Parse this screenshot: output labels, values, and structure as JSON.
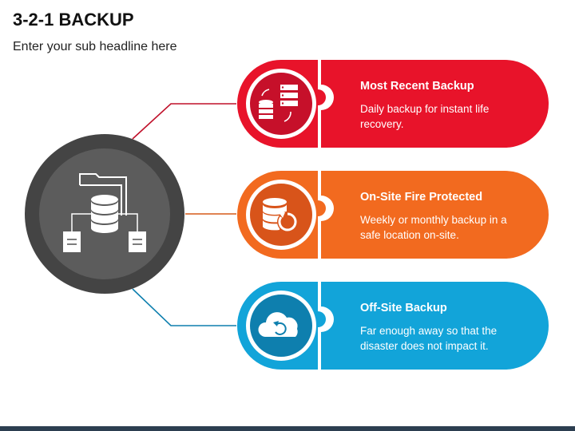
{
  "title": "3-2-1 BACKUP",
  "subtitle": "Enter your sub headline here",
  "colors": {
    "red": "#e8132a",
    "orange": "#f26a1f",
    "blue": "#12a4d9",
    "hub_gray": "#5a5a5a",
    "hub_outer": "#444444",
    "footer": "#2c3e50"
  },
  "center_hub": {
    "icon": "database-folder-icon"
  },
  "items": [
    {
      "title": "Most Recent Backup",
      "description": "Daily backup for instant life recovery.",
      "icon": "server-sync-icon"
    },
    {
      "title": "On-Site Fire Protected",
      "description": "Weekly or monthly backup in a safe location on-site.",
      "icon": "database-restore-icon"
    },
    {
      "title": "Off-Site Backup",
      "description": "Far enough away so that the disaster does not impact it.",
      "icon": "cloud-sync-icon"
    }
  ]
}
